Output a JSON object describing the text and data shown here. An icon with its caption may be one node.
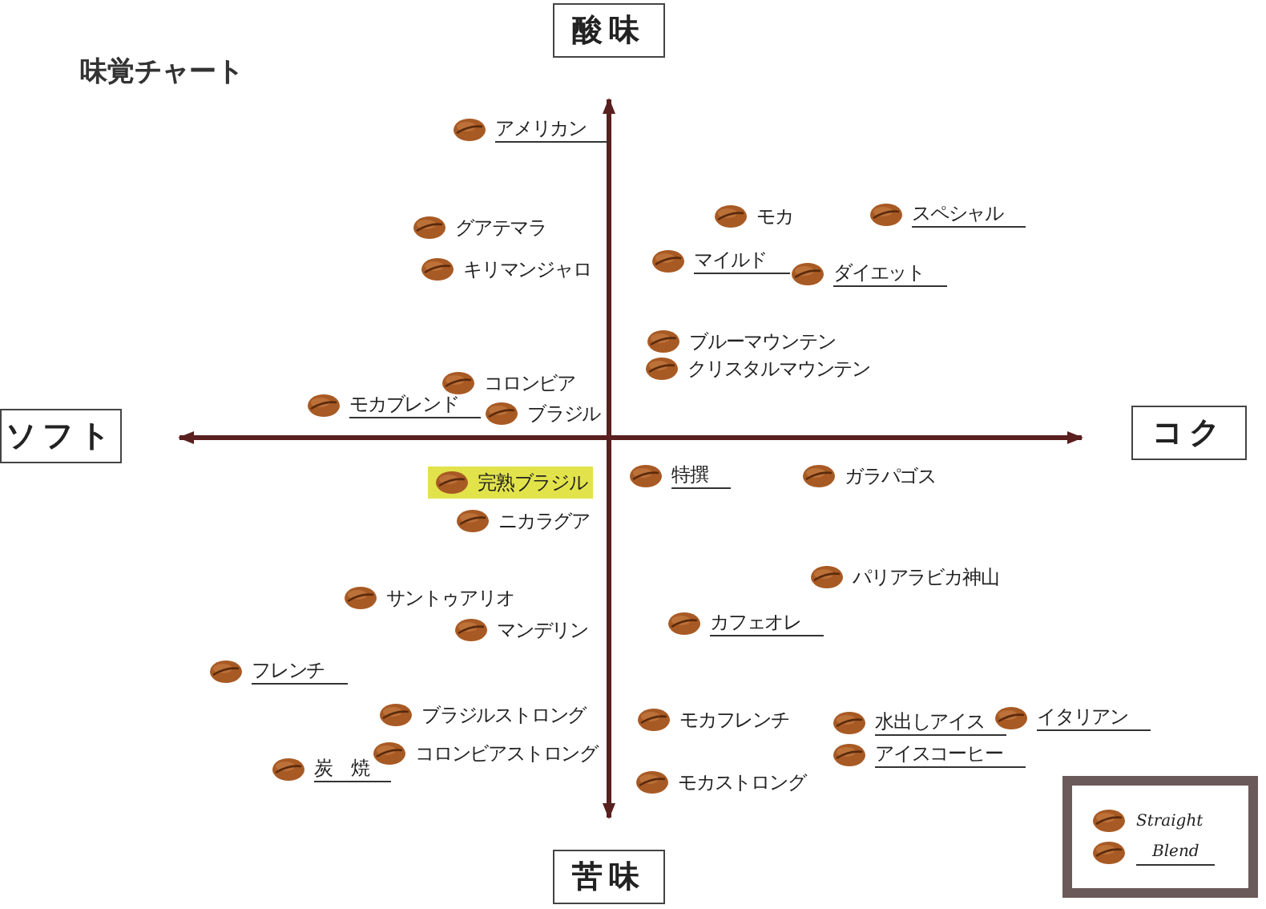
{
  "diagram": {
    "title": "味覚チャート",
    "labels": [
      "酸味",
      "アメリカン",
      "グアテマラ",
      "モカ",
      "スペシャル",
      "マイルド",
      "キリマンジャロ",
      "ダイエット",
      "ブルーマウンテン",
      "コロンビア",
      "クリスタルマウンテン",
      "モカブレンド",
      "ブラジル",
      "ソフト",
      "コク",
      "完熟ブラジル",
      "特撰",
      "ガラパゴス",
      "ニカラグア",
      "パリアラビカ神山",
      "サントゥアリオ",
      "マンデリン",
      "カフェオレ",
      "フレンチ",
      "ブラジルストロング",
      "モカフレンチ",
      "水出しアイス",
      "イタリアン",
      "コロンビアストロング",
      "アイスコーヒー",
      "炭　焼",
      "モカストロング",
      "苦味"
    ],
    "legend": [
      {
        "text": "Straight"
      },
      {
        "text": "Blend"
      }
    ]
  }
}
